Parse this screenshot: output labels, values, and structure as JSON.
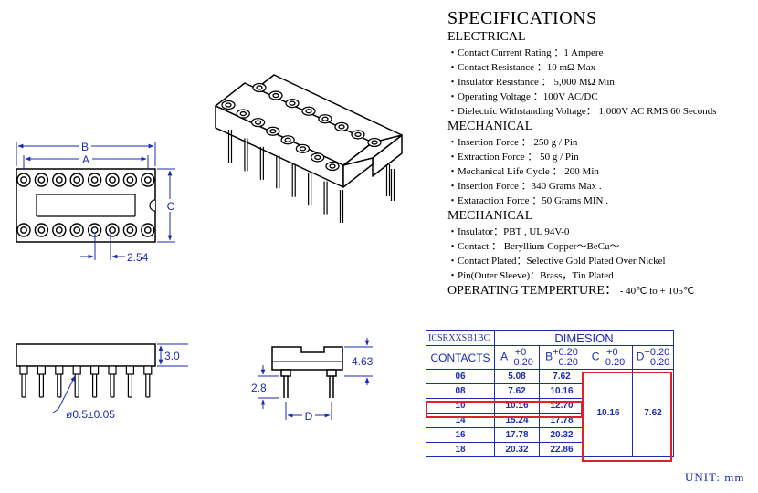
{
  "spec": {
    "title": "SPECIFICATIONS",
    "sections": [
      {
        "heading": "ELECTRICAL",
        "items": [
          "・Contact Current Rating ：1 Ampere",
          "・Contact Resistance ：10 mΩ Max",
          "・Insulator Resistance ： 5,000 MΩ Min",
          "・Operating Voltage ：100V AC/DC",
          "・Dielectric Withstanding Voltage： 1,000V AC RMS 60 Seconds"
        ]
      },
      {
        "heading": "MECHANICAL",
        "items": [
          "・Insertion Force ： 250 g / Pin",
          "・Extraction Force ： 50 g / Pin",
          "・Mechanical Life Cycle ： 200 Min",
          "・Insertion Force ：340 Grams Max .",
          "・Extaraction Force ：50 Grams MIN ."
        ]
      },
      {
        "heading": "MECHANICAL",
        "items": [
          "・Insulator：PBT , UL 94V-0",
          "・Contact ： Beryllium Copper～BeCu～",
          "・Contact Plated：Selective Gold Plated Over Nickel",
          "・Pin(Outer Sleeve)：Brass，Tin Plated"
        ]
      }
    ],
    "operating_label": "OPERATING  TEMPERTURE：",
    "operating_value": " - 40℃ to + 105℃"
  },
  "dims": {
    "B": "B",
    "A": "A",
    "C": "C",
    "pitch": "2.54",
    "height": "3.0",
    "pin_dia": "ø0.5±0.05",
    "body_h": "4.63",
    "pin_len": "2.8",
    "D": "D"
  },
  "table": {
    "part": "ICSRXXSB1BC",
    "title": "DIMESION",
    "contacts_header": "CONTACTS",
    "col_headers": [
      {
        "letter": "A",
        "tol_plus": "+0",
        "tol_minus": "−0.20"
      },
      {
        "letter": "B",
        "tol_plus": "+0.20",
        "tol_minus": "−0.20"
      },
      {
        "letter": "C",
        "tol_plus": "+0",
        "tol_minus": "−0.20"
      },
      {
        "letter": "D",
        "tol_plus": "+0.20",
        "tol_minus": "−0.20"
      }
    ],
    "rows": [
      {
        "contacts": "06",
        "A": "5.08",
        "B": "7.62"
      },
      {
        "contacts": "08",
        "A": "7.62",
        "B": "10.16"
      },
      {
        "contacts": "10",
        "A": "10.16",
        "B": "12.70"
      },
      {
        "contacts": "14",
        "A": "15.24",
        "B": "17.78"
      },
      {
        "contacts": "16",
        "A": "17.78",
        "B": "20.32"
      },
      {
        "contacts": "18",
        "A": "20.32",
        "B": "22.86"
      }
    ],
    "C_value": "10.16",
    "D_value": "7.62"
  },
  "unit": "UNIT: mm"
}
